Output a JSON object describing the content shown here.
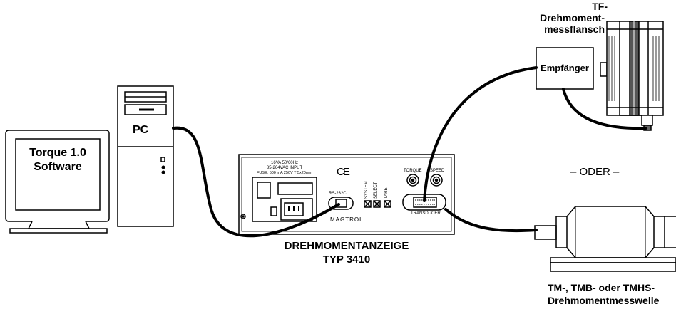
{
  "monitor": {
    "line1": "Torque 1.0",
    "line2": "Software"
  },
  "pc": {
    "label": "PC"
  },
  "display": {
    "title_line1": "DREHMOMENTANZEIGE",
    "title_line2": "TYP 3410",
    "power_line1": "16VA  50/60Hz",
    "power_line2": "85-264VAC INPUT",
    "power_line3": "FUSE: 500 mA 250V T 5x20mm",
    "ce_mark": "CE",
    "rs232": "RS-232C",
    "system": "SYSTEM",
    "select": "SELECT",
    "tare": "TARE",
    "torque": "TORQUE",
    "speed": "SPEED",
    "transducer": "TRANSDUCER",
    "brand": "MAGTROL"
  },
  "flange": {
    "line1": "TF-",
    "line2": "Drehmoment-",
    "line3": "messflansch"
  },
  "receiver": {
    "label": "Empfänger"
  },
  "oder": "– ODER –",
  "shaft": {
    "line1": "TM-, TMB- oder TMHS-",
    "line2": "Drehmomentmesswelle"
  }
}
